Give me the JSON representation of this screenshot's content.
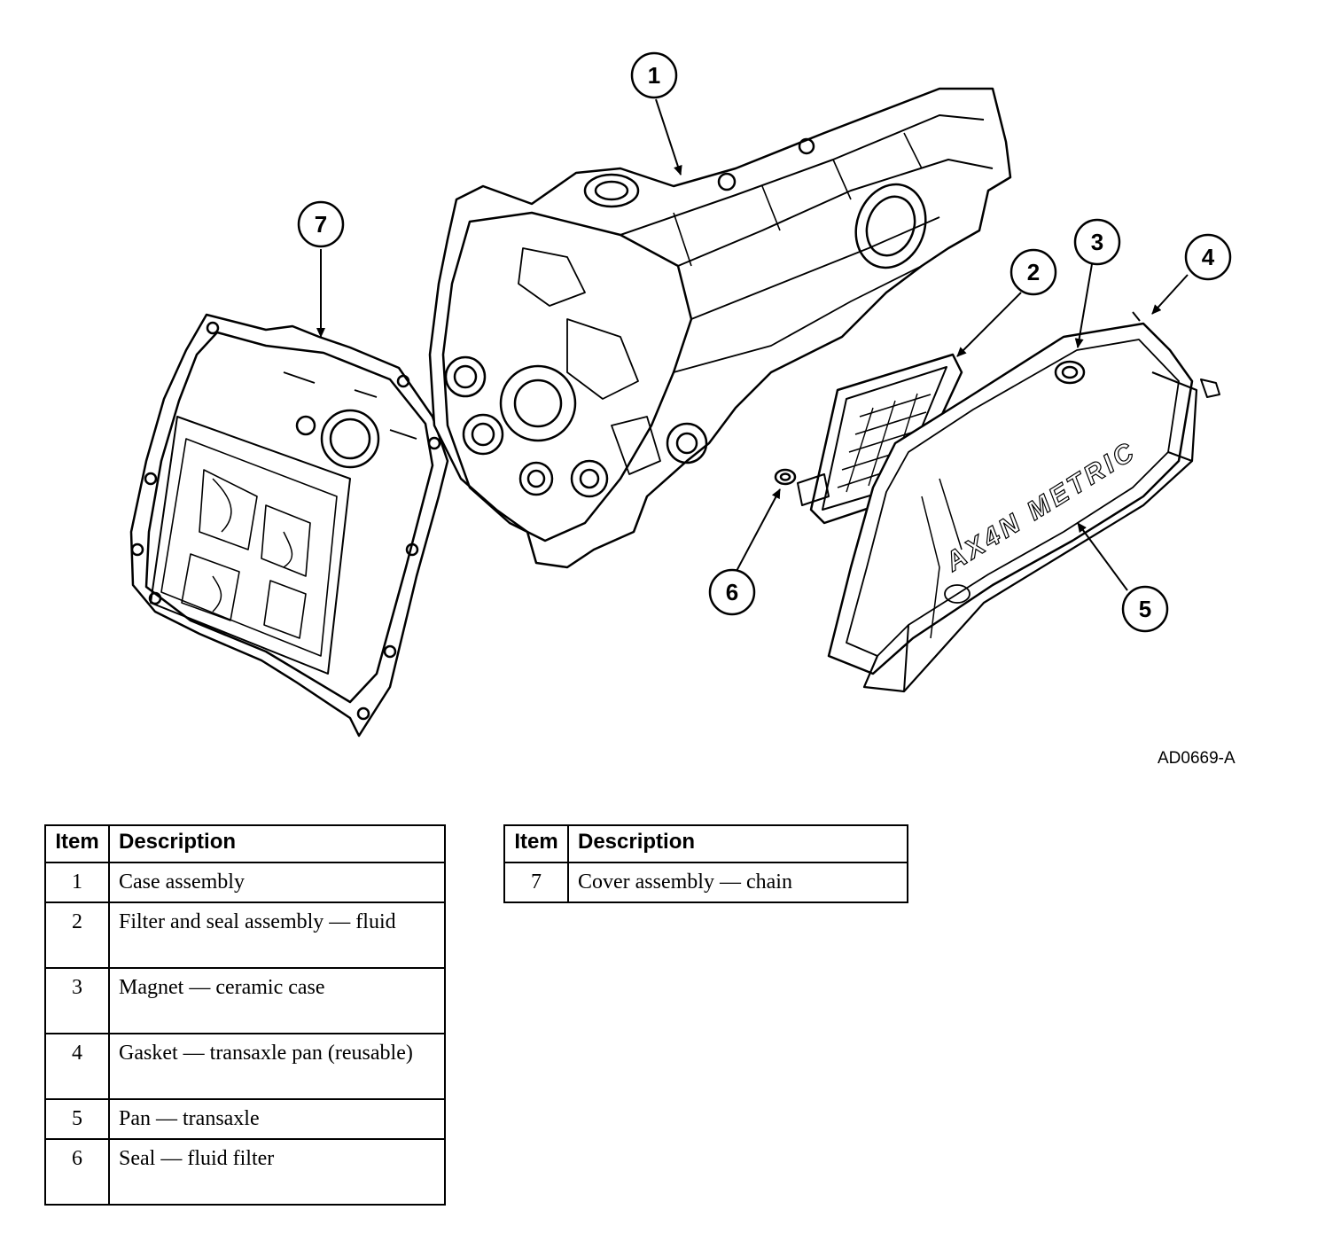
{
  "figure_id": "AD0669-A",
  "callouts": [
    "1",
    "2",
    "3",
    "4",
    "5",
    "6",
    "7"
  ],
  "pan_lettering": "AX4N METRIC",
  "tables": [
    {
      "header": {
        "item": "Item",
        "description": "Description"
      },
      "rows": [
        {
          "item": "1",
          "description": "Case assembly"
        },
        {
          "item": "2",
          "description": "Filter and seal assembly — fluid"
        },
        {
          "item": "3",
          "description": "Magnet — ceramic case"
        },
        {
          "item": "4",
          "description": "Gasket — transaxle pan (reusable)"
        },
        {
          "item": "5",
          "description": "Pan — transaxle"
        },
        {
          "item": "6",
          "description": "Seal — fluid filter"
        }
      ]
    },
    {
      "header": {
        "item": "Item",
        "description": "Description"
      },
      "rows": [
        {
          "item": "7",
          "description": "Cover assembly — chain"
        }
      ]
    }
  ]
}
